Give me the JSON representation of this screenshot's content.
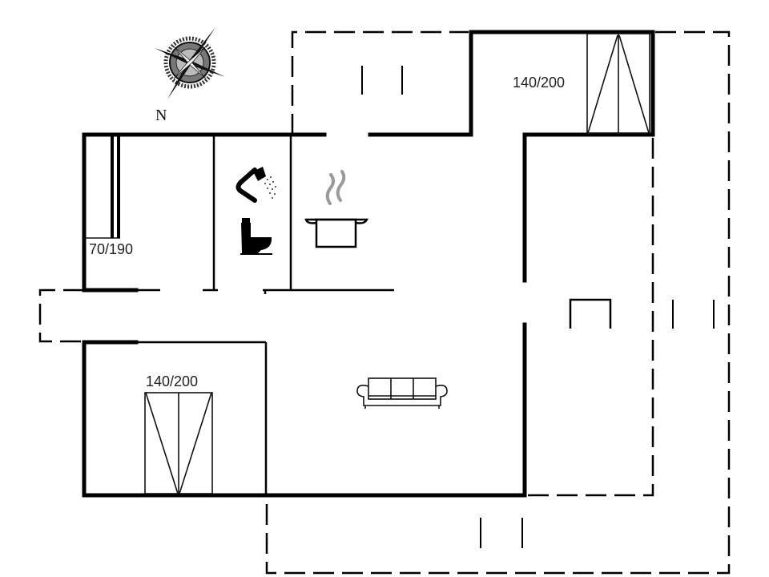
{
  "plan": {
    "type": "floor-plan",
    "compass": {
      "icon": "compass-rose-icon",
      "north_label": "N"
    },
    "rooms": [
      {
        "name": "bedroom-top-right",
        "bed_label": "140/200",
        "bed_icon": "double-bed-icon"
      },
      {
        "name": "bedroom-small-left",
        "bed_label": "70/190",
        "bed_icon": "single-bed-icon"
      },
      {
        "name": "bathroom",
        "icons": [
          "shower-icon",
          "toilet-icon"
        ]
      },
      {
        "name": "kitchen",
        "icons": [
          "cooking-pot-icon"
        ]
      },
      {
        "name": "bedroom-bottom-left",
        "bed_label": "140/200",
        "bed_icon": "double-bed-icon"
      },
      {
        "name": "living-room",
        "icons": [
          "sofa-icon"
        ]
      }
    ],
    "labels": {
      "bed_top_right": "140/200",
      "bed_small_left": "70/190",
      "bed_bottom_left": "140/200"
    },
    "outdoor": {
      "terrace_style": "dashed"
    },
    "colors": {
      "wall": "#000000",
      "background": "#ffffff",
      "text": "#222222",
      "steam": "#9a9a9a"
    }
  }
}
